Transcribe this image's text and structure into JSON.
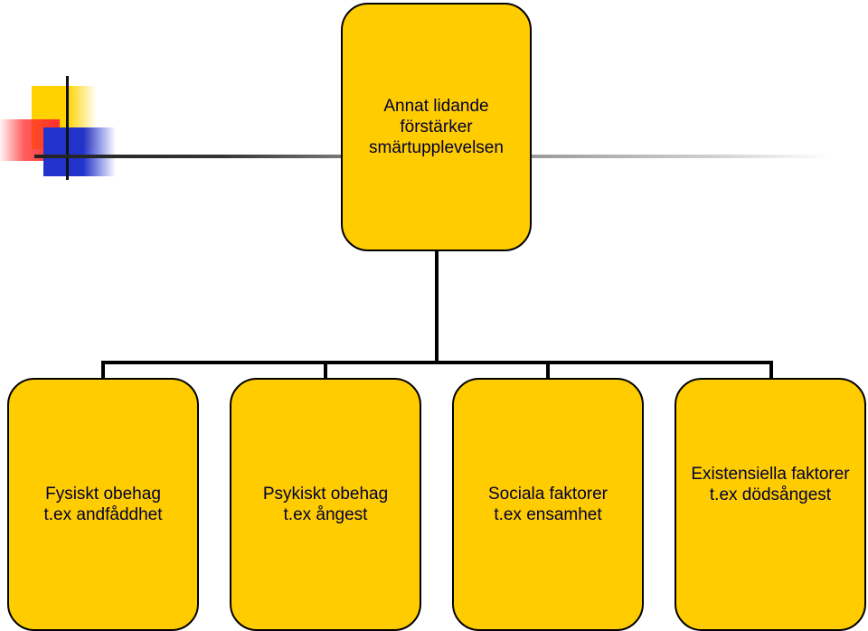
{
  "diagram": {
    "root": {
      "text": "Annat lidande\nförstärker\nsmärtupplevelsen"
    },
    "children": [
      {
        "text": "Fysiskt obehag\nt.ex  andfåddhet"
      },
      {
        "text": "Psykiskt obehag\nt.ex ångest"
      },
      {
        "text": "Sociala faktorer\nt.ex ensamhet"
      },
      {
        "text": "Existensiella faktorer\nt.ex dödsångest"
      }
    ]
  },
  "colors": {
    "box_fill": "#ffcc00",
    "box_border": "#000000",
    "text": "#000033",
    "accent_yellow": "#ffd200",
    "accent_red": "#ff3030",
    "accent_blue": "#2233cc"
  }
}
